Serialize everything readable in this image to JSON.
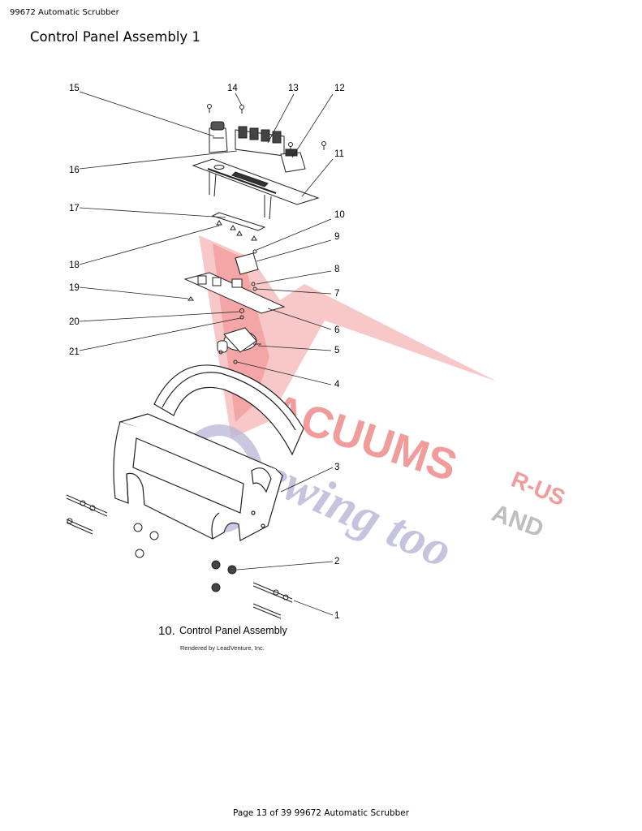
{
  "header": {
    "doc_title": "99672 Automatic Scrubber"
  },
  "page_title": "Control Panel Assembly 1",
  "diagram": {
    "callouts": [
      "15",
      "14",
      "13",
      "12",
      "16",
      "11",
      "17",
      "10",
      "9",
      "18",
      "8",
      "19",
      "7",
      "20",
      "6",
      "21",
      "5",
      "4",
      "3",
      "2",
      "1"
    ],
    "caption_number": "10.",
    "caption_text": "Control Panel Assembly",
    "render_credit": "Rendered by LeadVenture, Inc."
  },
  "watermark": {
    "line1": "ACUUMS",
    "line2": "R-US",
    "line3": "AND",
    "line4": "ewing too",
    "colors": {
      "red": "#f08a8a",
      "gray": "#b8b8b8",
      "blue": "#b7b5d6"
    }
  },
  "footer": {
    "page_text": "Page 13 of 39 99672 Automatic Scrubber"
  }
}
